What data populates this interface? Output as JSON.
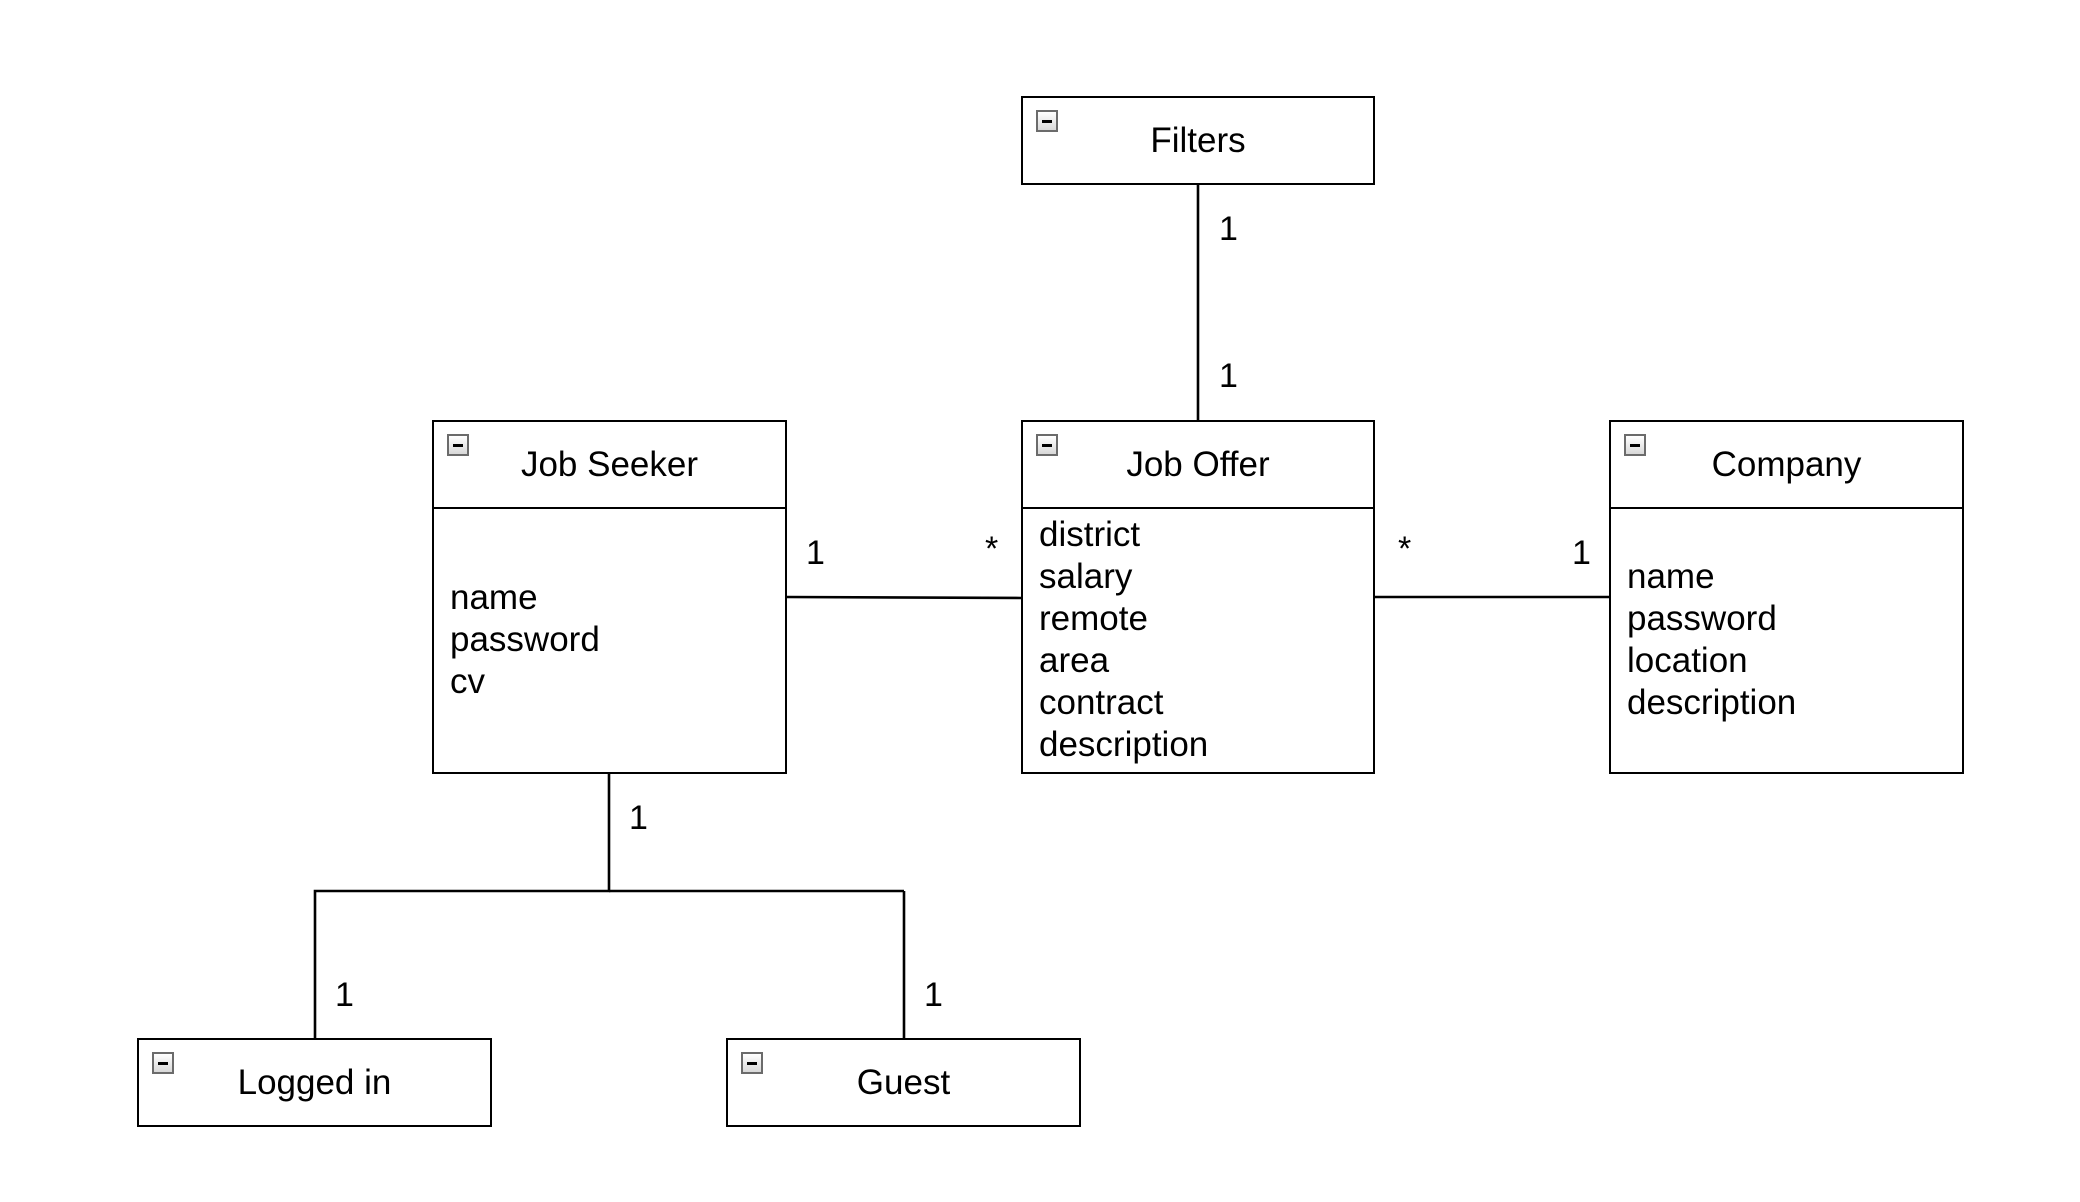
{
  "classes": {
    "filters": {
      "name": "Filters",
      "attributes": []
    },
    "job_seeker": {
      "name": "Job Seeker",
      "attributes": [
        "name",
        "password",
        "cv"
      ]
    },
    "job_offer": {
      "name": "Job Offer",
      "attributes": [
        "district",
        "salary",
        "remote",
        "area",
        "contract",
        "description"
      ]
    },
    "company": {
      "name": "Company",
      "attributes": [
        "name",
        "password",
        "location",
        "description"
      ]
    },
    "logged_in": {
      "name": "Logged in",
      "attributes": []
    },
    "guest": {
      "name": "Guest",
      "attributes": []
    }
  },
  "associations": {
    "filters_joboffer": {
      "filters_end": "1",
      "joboffer_end": "1"
    },
    "jobseeker_joboffer": {
      "jobseeker_end": "1",
      "joboffer_end": "*"
    },
    "joboffer_company": {
      "joboffer_end": "*",
      "company_end": "1"
    },
    "jobseeker_children": {
      "jobseeker_end": "1",
      "loggedin_end": "1",
      "guest_end": "1"
    }
  },
  "icons": {
    "collapse": "collapse-minus-icon"
  }
}
